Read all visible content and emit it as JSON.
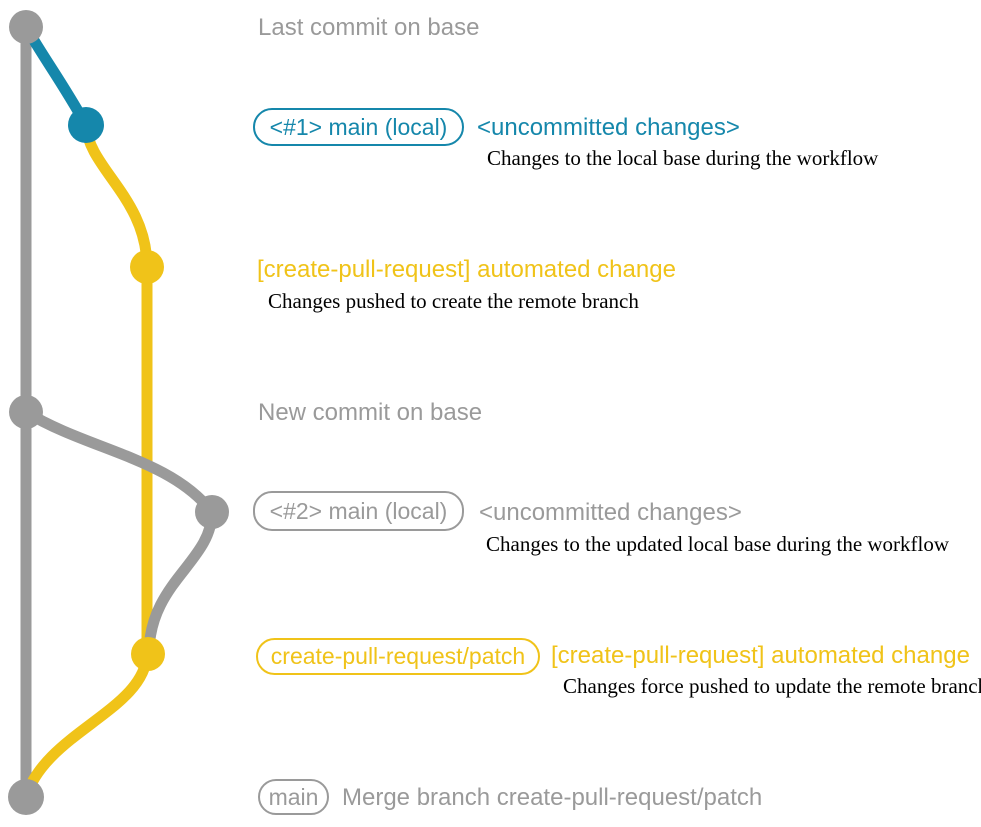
{
  "colors": {
    "gray": "#9a9a9a",
    "blue": "#1587ab",
    "yellow": "#f0c319",
    "description_text": "#000000",
    "background": "#ffffff"
  },
  "diagram": {
    "headings": {
      "last_commit": "Last commit on base",
      "new_commit": "New commit on base"
    },
    "entries": {
      "local1": {
        "branch_label": "<#1> main (local)",
        "status": "<uncommitted changes>",
        "description": "Changes to the local base during the workflow"
      },
      "push1": {
        "message": "[create-pull-request] automated change",
        "description": "Changes pushed to create the remote branch"
      },
      "local2": {
        "branch_label": "<#2> main (local)",
        "status": "<uncommitted changes>",
        "description": "Changes to the updated local base during the workflow"
      },
      "push2": {
        "branch_label": "create-pull-request/patch",
        "message": "[create-pull-request] automated change",
        "description": "Changes force pushed to update the remote branch"
      },
      "merge": {
        "branch_label": "main",
        "message": "Merge branch create-pull-request/patch"
      }
    }
  }
}
